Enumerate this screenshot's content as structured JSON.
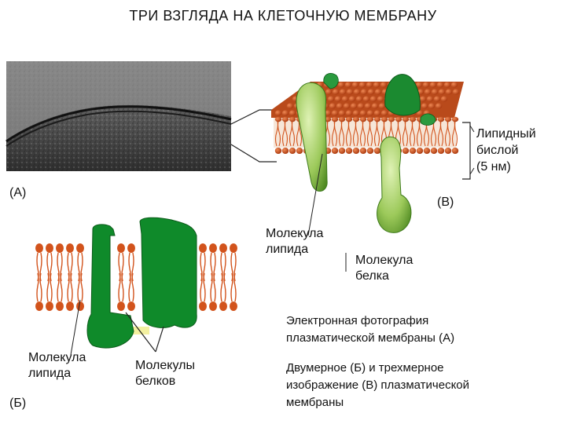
{
  "title": "ТРИ ВЗГЛЯДА НА КЛЕТОЧНУЮ МЕМБРАНУ",
  "panels": {
    "a_label": "(А)",
    "b_label": "(Б)",
    "v_label": "(В)"
  },
  "labels": {
    "bilayer": "Липидный\nбислой\n(5 нм)",
    "lipid_v": "Молекула\nлипида",
    "protein_v": "Молекула\nбелка",
    "lipid_b": "Молекула\nлипида",
    "proteins_b": "Молекулы\nбелков"
  },
  "captions": {
    "a": "Электронная фотография\nплазматической мембраны (А)",
    "bv": "Двумерное (Б) и трехмерное\nизображение (В) плазматической\nмембраны"
  },
  "colors": {
    "lipid_orange": "#d2531c",
    "protein_green_2d": "#0f8a2a",
    "protein_green_3d": "#a9d36a",
    "photo_dark": "#3a3a3a"
  }
}
